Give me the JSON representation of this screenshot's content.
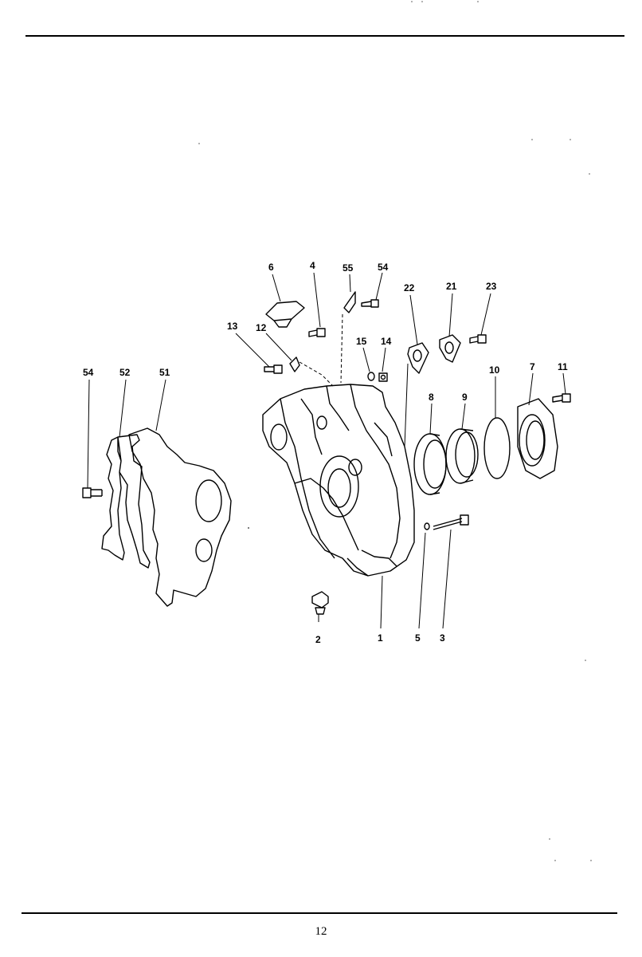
{
  "page": {
    "number": "12"
  },
  "diagram": {
    "callouts": {
      "c1": "1",
      "c2": "2",
      "c3": "3",
      "c4": "4",
      "c5": "5",
      "c6": "6",
      "c7": "7",
      "c8": "8",
      "c9": "9",
      "c10": "10",
      "c11": "11",
      "c12": "12",
      "c13": "13",
      "c14": "14",
      "c15": "15",
      "c21": "21",
      "c22": "22",
      "c23": "23",
      "c51": "51",
      "c52": "52",
      "c54a": "54",
      "c54b": "54",
      "c55": "55"
    }
  }
}
